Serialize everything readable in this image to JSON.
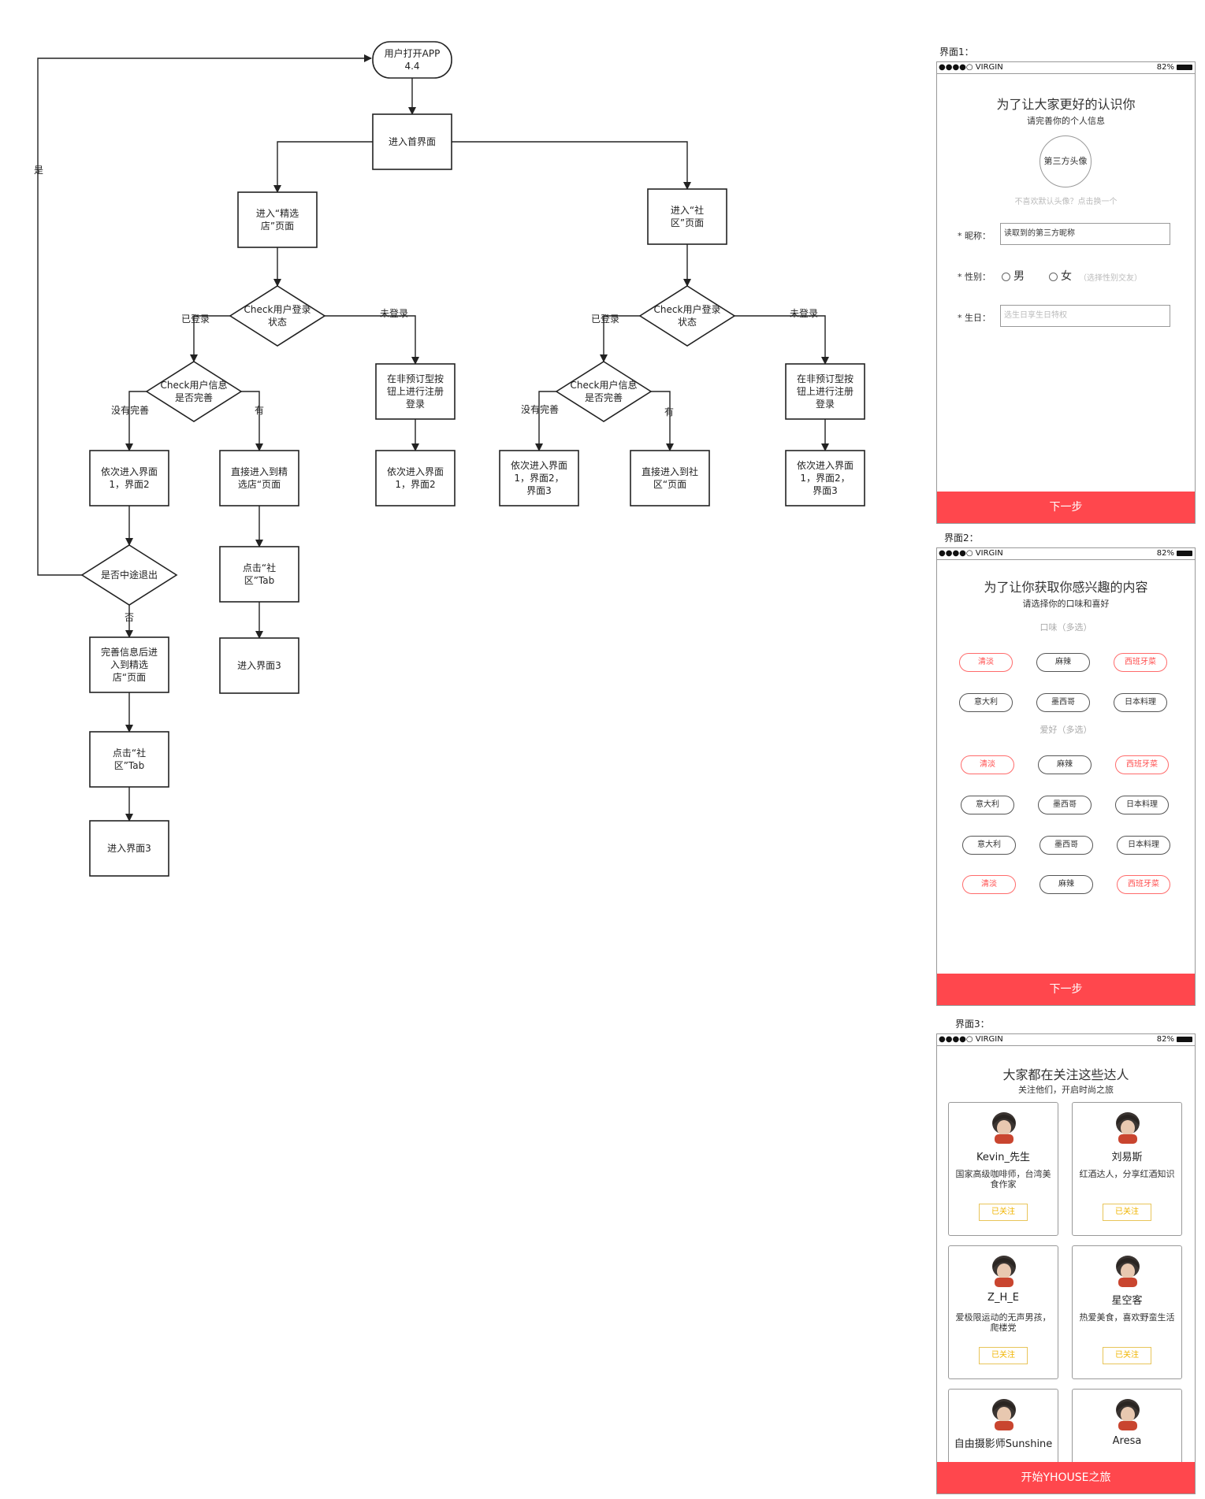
{
  "flowchart": {
    "nodes": {
      "start": "用户打开APP\n4.4",
      "home": "进入首界面",
      "shop": "进入“精选\n店”页面",
      "community": "进入“社\n区”页面",
      "check_login_1": "Check用户登录\n状态",
      "check_login_2": "Check用户登录\n状态",
      "check_info_1": "Check用户信息\n是否完善",
      "check_info_2": "Check用户信息\n是否完善",
      "register_1": "在非预订型按\n钮上进行注册\n登录",
      "register_2": "在非预订型按\n钮上进行注册\n登录",
      "seq_12_a": "依次进入界面\n1，界面2",
      "direct_shop": "直接进入到精\n选店“页面",
      "seq_12_b": "依次进入界面\n1，界面2",
      "seq_123_a": "依次进入界面\n1，界面2，\n界面3",
      "direct_comm": "直接进入到社\n区“页面",
      "seq_123_b": "依次进入界面\n1，界面2，\n界面3",
      "quit_mid": "是否中途退出",
      "tap_tab_1": "点击“社\n区”Tab",
      "complete_info": "完善信息后进\n入到精选\n店“页面",
      "enter3_1": "进入界面3",
      "tap_tab_2": "点击“社\n区”Tab",
      "enter3_2": "进入界面3"
    },
    "edge_labels": {
      "yes": "是",
      "no": "否",
      "logged_in": "已登录",
      "not_logged_in": "未登录",
      "incomplete": "没有完善",
      "has": "有"
    }
  },
  "screens": {
    "status_bar": {
      "carrier": "●●●●○ VIRGIN",
      "battery": "82%"
    },
    "s1": {
      "label": "界面1：",
      "title": "为了让大家更好的认识你",
      "subtitle": "请完善你的个人信息",
      "avatar": "第三方头像",
      "avatar_hint": "不喜欢默认头像？点击换一个",
      "nickname_label": "* 昵称：",
      "nickname_value": "读取到的第三方昵称",
      "gender_label": "* 性别：",
      "male": "男",
      "female": "女",
      "gender_hint": "（选择性别交友）",
      "birthday_label": "* 生日：",
      "birthday_placeholder": "选生日享生日特权",
      "next": "下一步"
    },
    "s2": {
      "label": "界面2：",
      "title": "为了让你获取你感兴趣的内容",
      "subtitle": "请选择你的口味和喜好",
      "taste_title": "口味（多选）",
      "hobby_title": "爱好（多选）",
      "tags": [
        "清淡",
        "麻辣",
        "西班牙菜",
        "意大利",
        "墨西哥",
        "日本料理"
      ],
      "next": "下一步"
    },
    "s3": {
      "label": "界面3：",
      "title": "大家都在关注这些达人",
      "subtitle": "关注他们，开启时尚之旅",
      "follow": "已关注",
      "cards": [
        {
          "name": "Kevin_先生",
          "desc": "国家高级咖啡师，台湾美食作家"
        },
        {
          "name": "刘易斯",
          "desc": "红酒达人，分享红酒知识"
        },
        {
          "name": "Z_H_E",
          "desc": "爱极限运动的无声男孩，爬楼党"
        },
        {
          "name": "星空客",
          "desc": "热爱美食，喜欢野蛮生活"
        },
        {
          "name": "自由摄影师Sunshine",
          "desc": ""
        },
        {
          "name": "Aresa",
          "desc": ""
        }
      ],
      "start": "开始YHOUSE之旅"
    }
  },
  "colors": {
    "accent": "#ff474d",
    "follow": "#f0b400",
    "tag_red": "#ff4d4d"
  }
}
